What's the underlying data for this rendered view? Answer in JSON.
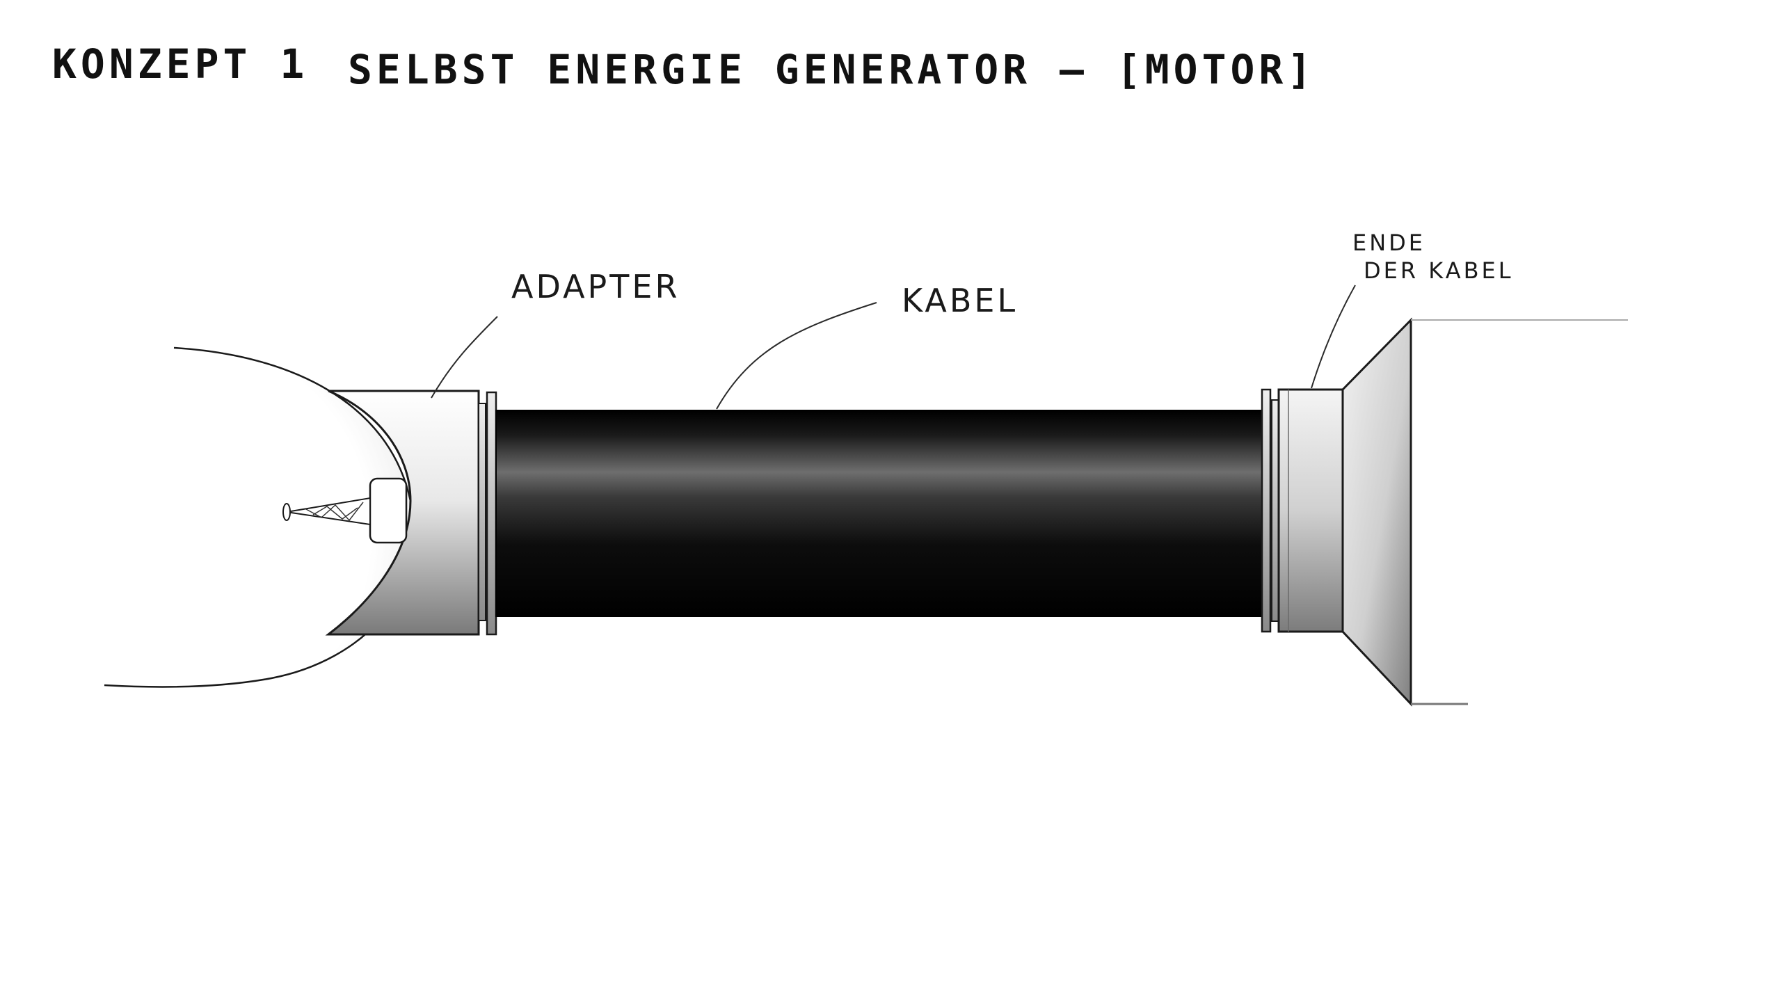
{
  "title": {
    "concept": "KONZEPT 1",
    "name": "SELBST ENERGIE GENERATOR – [MOTOR]"
  },
  "labels": {
    "adapter": "ADAPTER",
    "kabel": "KABEL",
    "ende_line1": "ENDE",
    "ende_line2": "DER KABEL"
  }
}
